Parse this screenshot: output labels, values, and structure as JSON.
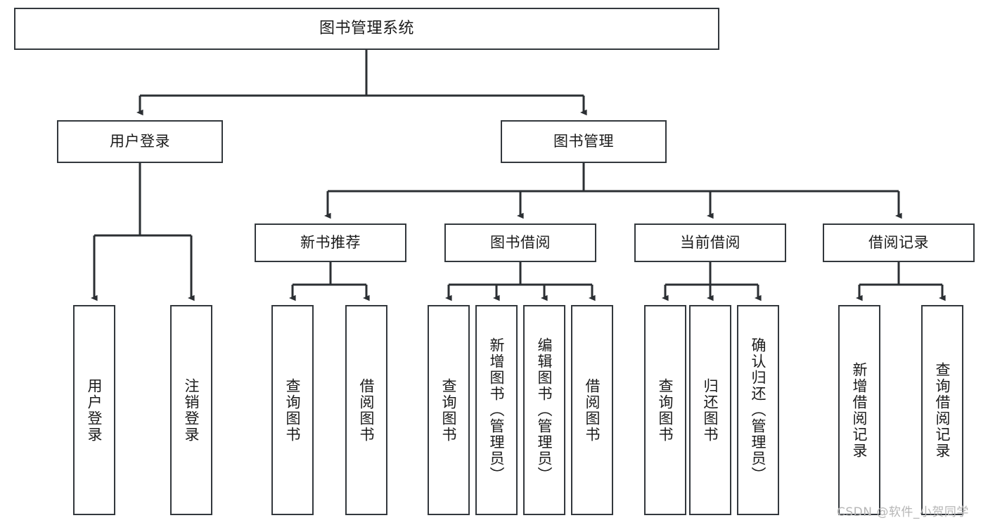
{
  "diagram": {
    "title": "图书管理系统",
    "type": "tree-hierarchy",
    "watermark": "CSDN @软件_小贺同学",
    "colors": {
      "box_border": "#33383d",
      "box_fill": "#ffffff",
      "edge": "#2b2f33",
      "text": "#1b1b1b",
      "watermark": "#b6b6b6",
      "background": "#ffffff"
    },
    "nodes": {
      "root": {
        "label": "图书管理系统",
        "level": 0
      },
      "user_login": {
        "label": "用户登录",
        "level": 1
      },
      "book_manage": {
        "label": "图书管理",
        "level": 1
      },
      "new_book_rec": {
        "label": "新书推荐",
        "level": 2
      },
      "book_borrow": {
        "label": "图书借阅",
        "level": 2
      },
      "current_borrow": {
        "label": "当前借阅",
        "level": 2
      },
      "borrow_record": {
        "label": "借阅记录",
        "level": 2
      },
      "leaf_user_login": {
        "label": "用户登录",
        "level": 3
      },
      "leaf_logout": {
        "label": "注销登录",
        "level": 3
      },
      "leaf_query_book_1": {
        "label": "查询图书",
        "level": 3
      },
      "leaf_borrow_book_1": {
        "label": "借阅图书",
        "level": 3
      },
      "leaf_query_book_2": {
        "label": "查询图书",
        "level": 3
      },
      "leaf_add_book": {
        "label": "新增图书（管理员）",
        "level": 3
      },
      "leaf_edit_book": {
        "label": "编辑图书（管理员）",
        "level": 3
      },
      "leaf_borrow_book_2": {
        "label": "借阅图书",
        "level": 3
      },
      "leaf_query_book_3": {
        "label": "查询图书",
        "level": 3
      },
      "leaf_return_book": {
        "label": "归还图书",
        "level": 3
      },
      "leaf_confirm_return": {
        "label": "确认归还（管理员）",
        "level": 3
      },
      "leaf_add_record": {
        "label": "新增借阅记录",
        "level": 3
      },
      "leaf_query_record": {
        "label": "查询借阅记录",
        "level": 3
      }
    },
    "edges": [
      {
        "from": "root",
        "to": "user_login"
      },
      {
        "from": "root",
        "to": "book_manage"
      },
      {
        "from": "user_login",
        "to": "leaf_user_login"
      },
      {
        "from": "user_login",
        "to": "leaf_logout"
      },
      {
        "from": "book_manage",
        "to": "new_book_rec"
      },
      {
        "from": "book_manage",
        "to": "book_borrow"
      },
      {
        "from": "book_manage",
        "to": "current_borrow"
      },
      {
        "from": "book_manage",
        "to": "borrow_record"
      },
      {
        "from": "new_book_rec",
        "to": "leaf_query_book_1"
      },
      {
        "from": "new_book_rec",
        "to": "leaf_borrow_book_1"
      },
      {
        "from": "book_borrow",
        "to": "leaf_query_book_2"
      },
      {
        "from": "book_borrow",
        "to": "leaf_add_book"
      },
      {
        "from": "book_borrow",
        "to": "leaf_edit_book"
      },
      {
        "from": "book_borrow",
        "to": "leaf_borrow_book_2"
      },
      {
        "from": "current_borrow",
        "to": "leaf_query_book_3"
      },
      {
        "from": "current_borrow",
        "to": "leaf_return_book"
      },
      {
        "from": "current_borrow",
        "to": "leaf_confirm_return"
      },
      {
        "from": "borrow_record",
        "to": "leaf_add_record"
      },
      {
        "from": "borrow_record",
        "to": "leaf_query_record"
      }
    ]
  }
}
